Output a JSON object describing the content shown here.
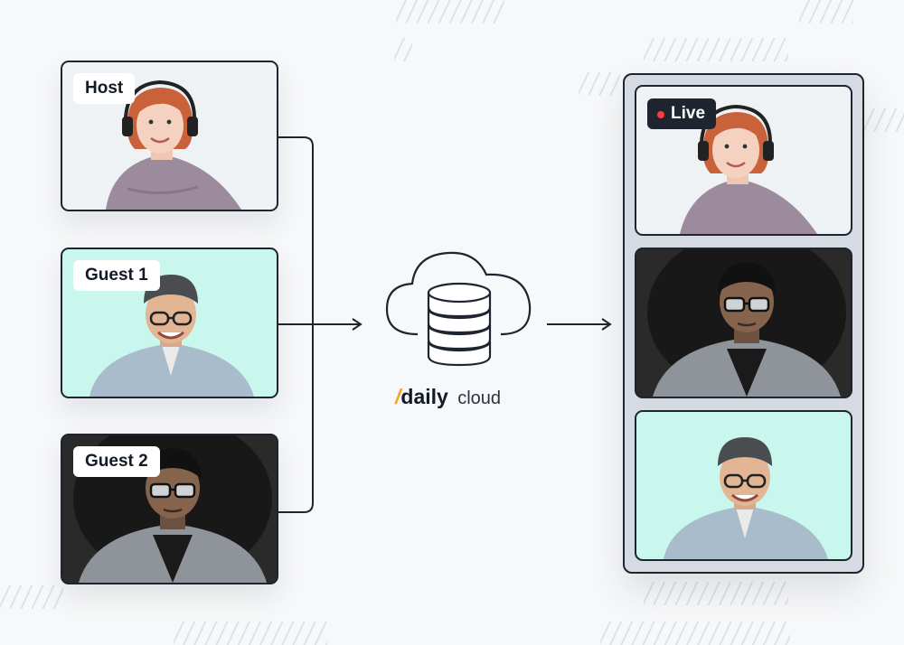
{
  "sources": [
    {
      "label": "Host",
      "bg": "#eef2f4"
    },
    {
      "label": "Guest 1",
      "bg": "#c9f7ed"
    },
    {
      "label": "Guest 2",
      "bg": "#2a2a2a"
    }
  ],
  "brand": {
    "slash": "/",
    "name": "daily",
    "suffix": "cloud",
    "accent": "#f5a623"
  },
  "output": {
    "live_label": "Live",
    "live_dot_color": "#ff3b3b"
  },
  "icons": {
    "center": "cloud-database-icon",
    "arrows": "arrow-right-icon"
  }
}
